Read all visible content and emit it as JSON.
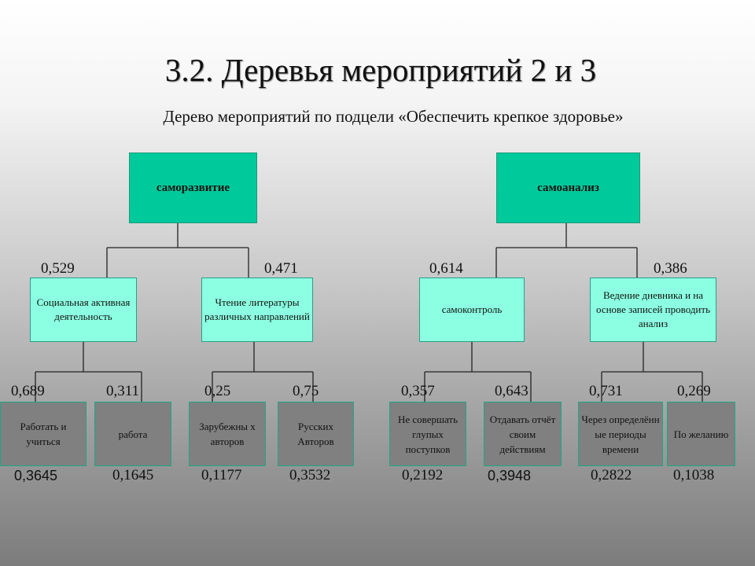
{
  "title": "3.2. Деревья мероприятий 2 и 3",
  "subtitle": "Дерево мероприятий по подцели  «Обеспечить крепкое здоровье»",
  "trees": [
    {
      "label": "саморазвитие",
      "children": [
        {
          "label": "Социальная активная деятельность",
          "weight": "0,529",
          "children": [
            {
              "label": "Работать и учиться",
              "weight": "0,689",
              "result": "0,3645"
            },
            {
              "label": "работа",
              "weight": "0,311",
              "result": "0,1645"
            }
          ]
        },
        {
          "label": "Чтение литературы различных направлений",
          "weight": "0,471",
          "children": [
            {
              "label": "Зарубежны х авторов",
              "weight": "0,25",
              "result": "0,1177"
            },
            {
              "label": "Русских Авторов",
              "weight": "0,75",
              "result": "0,3532"
            }
          ]
        }
      ]
    },
    {
      "label": "самоанализ",
      "children": [
        {
          "label": "самоконтроль",
          "weight": "0,614",
          "children": [
            {
              "label": "Не совершать глупых поступков",
              "weight": "0,357",
              "result": "0,2192"
            },
            {
              "label": "Отдавать отчёт своим действиям",
              "weight": "0,643",
              "result": "0,3948"
            }
          ]
        },
        {
          "label": "Ведение дневника и на основе записей проводить анализ",
          "weight": "0,386",
          "children": [
            {
              "label": "Через определённ ые периоды времени",
              "weight": "0,731",
              "result": "0,2822"
            },
            {
              "label": "По желанию",
              "weight": "0,269",
              "result": "0,1038"
            }
          ]
        }
      ]
    }
  ],
  "colors": {
    "level1": "#00c99b",
    "level2": "#8cffe2",
    "level3": "#808080"
  }
}
